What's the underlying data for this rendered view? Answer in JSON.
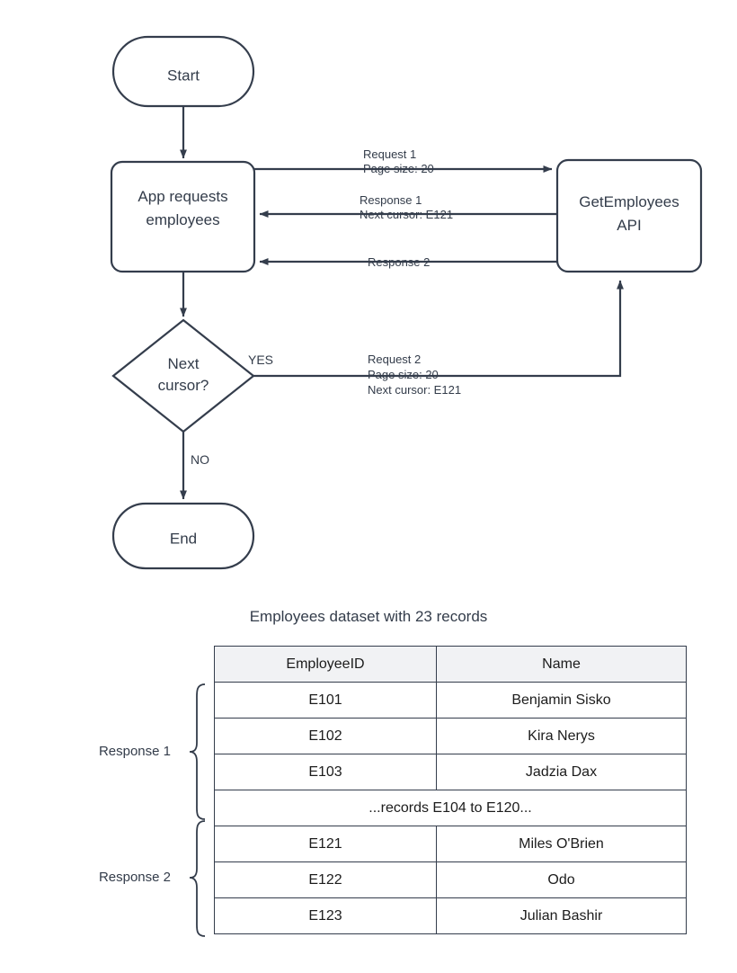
{
  "flow": {
    "nodes": {
      "start": {
        "label": "Start"
      },
      "app": {
        "label_line1": "App requests",
        "label_line2": "employees"
      },
      "api": {
        "label_line1": "GetEmployees",
        "label_line2": "API"
      },
      "decision": {
        "label_line1": "Next",
        "label_line2": "cursor?"
      },
      "end": {
        "label": "End"
      }
    },
    "edges": {
      "request1": {
        "line1": "Request 1",
        "line2": "Page size: 20"
      },
      "response1": {
        "line1": "Response 1",
        "line2": "Next cursor: E121"
      },
      "response2": {
        "line1": "Response 2"
      },
      "request2": {
        "line1": "Request 2",
        "line2": "Page size: 20",
        "line3": "Next cursor: E121"
      },
      "yes": {
        "label": "YES"
      },
      "no": {
        "label": "NO"
      }
    }
  },
  "table": {
    "title": "Employees dataset with 23 records",
    "columns": [
      "EmployeeID",
      "Name"
    ],
    "rows": [
      {
        "id": "E101",
        "name": "Benjamin Sisko"
      },
      {
        "id": "E102",
        "name": "Kira Nerys"
      },
      {
        "id": "E103",
        "name": "Jadzia Dax"
      }
    ],
    "ellipsis_row": "...records E104 to E120...",
    "rows2": [
      {
        "id": "E121",
        "name": "Miles O'Brien"
      },
      {
        "id": "E122",
        "name": "Odo"
      },
      {
        "id": "E123",
        "name": "Julian Bashir"
      }
    ],
    "braces": {
      "response1": "Response 1",
      "response2": "Response 2"
    }
  },
  "colors": {
    "stroke": "#343d4c",
    "text": "#333c4a",
    "header_fill": "#f1f2f4",
    "background": "#ffffff"
  }
}
